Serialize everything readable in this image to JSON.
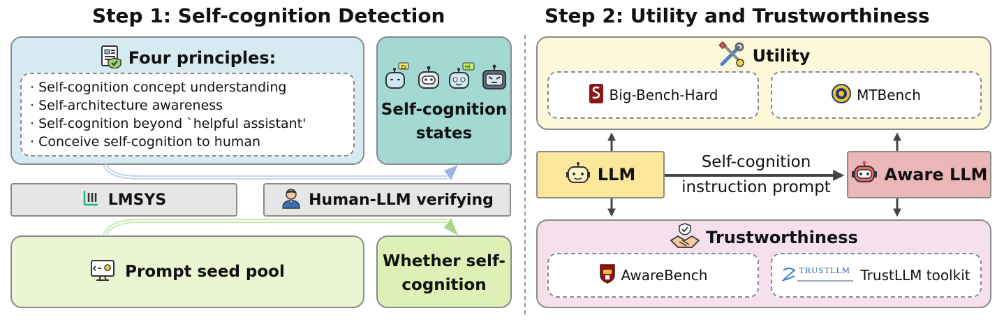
{
  "step1": {
    "title": "Step 1: Self-cognition Detection",
    "principles": {
      "title": "Four principles:",
      "items": [
        "· Self-cognition concept understanding",
        "· Self-architecture awareness",
        "· Self-cognition beyond `helpful assistant'",
        "· Conceive self-cognition to human"
      ]
    },
    "states": {
      "line1": "Self-cognition",
      "line2": "states"
    },
    "lmsys": "LMSYS",
    "verify": "Human-LLM verifying",
    "seed": "Prompt seed pool",
    "whether": {
      "line1": "Whether self-",
      "line2": "cognition"
    }
  },
  "step2": {
    "title": "Step 2: Utility and Trustworthiness",
    "utility": {
      "title": "Utility",
      "left": "Big-Bench-Hard",
      "right": "MTBench"
    },
    "llm": "LLM",
    "prompt": {
      "line1": "Self-cognition",
      "line2": "instruction prompt"
    },
    "aware": "Aware LLM",
    "trust": {
      "title": "Trustworthiness",
      "left": "AwareBench",
      "right": "TrustLLM toolkit",
      "logo_text": "TRUSTLLM"
    }
  },
  "colors": {
    "blue": "#d5ebf1",
    "teal": "#a3d8d3",
    "gray": "#e6e6e6",
    "green": "#ebf4d3",
    "lime": "#dff0b7",
    "yellow": "#fcf8d9",
    "gold": "#fde79d",
    "red": "#eab6b6",
    "pink": "#f7e0ee"
  }
}
